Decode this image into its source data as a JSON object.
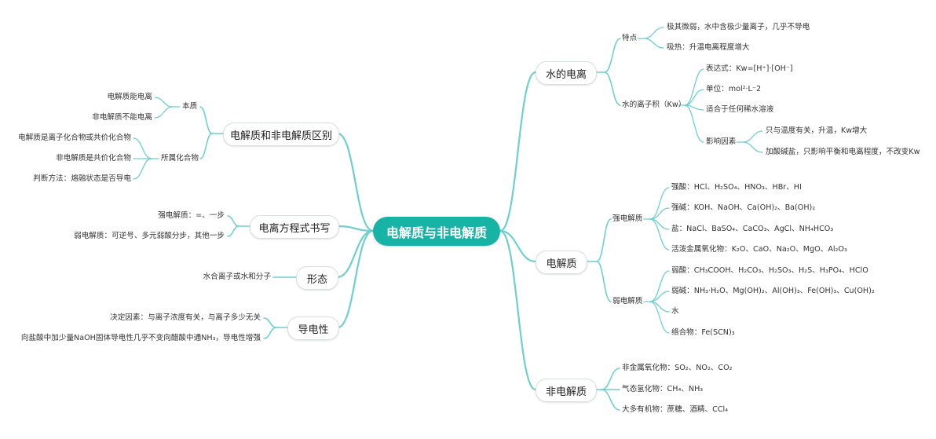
{
  "theme": {
    "line_color": "#6fcfcf",
    "root_fill": "#17b3a4"
  },
  "root": "电解质与非电解质",
  "right": {
    "water": {
      "label": "水的电离",
      "feature": {
        "label": "特点",
        "items": [
          "极其微弱，水中含极少量离子，几乎不导电",
          "吸热：升温电离程度增大"
        ]
      },
      "kw": {
        "label": "水的离子积（Kw）",
        "expr": "表达式：Kw=[H⁺]·[OH⁻]",
        "unit": "单位：mol²·L⁻2",
        "apply": "适合于任何稀水溶液",
        "factors": {
          "label": "影响因素",
          "items": [
            "只与温度有关，升温，Kw增大",
            "加酸碱盐，只影响平衡和电离程度，不改变Kw"
          ]
        }
      }
    },
    "electrolyte": {
      "label": "电解质",
      "strong": {
        "label": "强电解质",
        "items": [
          "强酸：HCl、H₂SO₄、HNO₃、HBr、HI",
          "强碱：KOH、NaOH、Ca(OH)₂、Ba(OH)₂",
          "盐：NaCl、BaSO₄、CaCO₃、AgCl、NH₄HCO₃",
          "活泼金属氧化物：K₂O、CaO、Na₂O、MgO、Al₂O₃"
        ]
      },
      "weak": {
        "label": "弱电解质",
        "items": [
          "弱酸：CH₃COOH、H₂CO₃、H₂SO₃、H₂S、H₃PO₄、HClO",
          "弱碱：NH₃·H₂O、Mg(OH)₂、Al(OH)₃、Fe(OH)₃、Cu(OH)₂",
          "水",
          "络合物：Fe(SCN)₃"
        ]
      }
    },
    "nonelectrolyte": {
      "label": "非电解质",
      "items": [
        "非金属氧化物：SO₂、NO₂、CO₂",
        "气态氢化物：CH₄、NH₃",
        "大多有机物：蔗糖、酒精、CCl₄"
      ]
    }
  },
  "left": {
    "difference": {
      "label": "电解质和非电解质区别",
      "essence": {
        "label": "本质",
        "items": [
          "电解质能电离",
          "非电解质不能电离"
        ]
      },
      "compound": {
        "label": "所属化合物",
        "items": [
          "电解质是离子化合物或共价化合物",
          "非电解质是共价化合物",
          "判断方法：熔融状态是否导电"
        ]
      }
    },
    "equation": {
      "label": "电离方程式书写",
      "items": [
        "强电解质：=、一步",
        "弱电解质：可逆号、多元弱酸分步，其他一步"
      ]
    },
    "form": {
      "label": "形态",
      "items": [
        "水合离子或水和分子"
      ]
    },
    "conductivity": {
      "label": "导电性",
      "items": [
        "决定因素：与离子浓度有关，与离子多少无关",
        "向盐酸中加少量NaOH固体导电性几乎不变向醋酸中通NH₃，导电性增强"
      ]
    }
  }
}
